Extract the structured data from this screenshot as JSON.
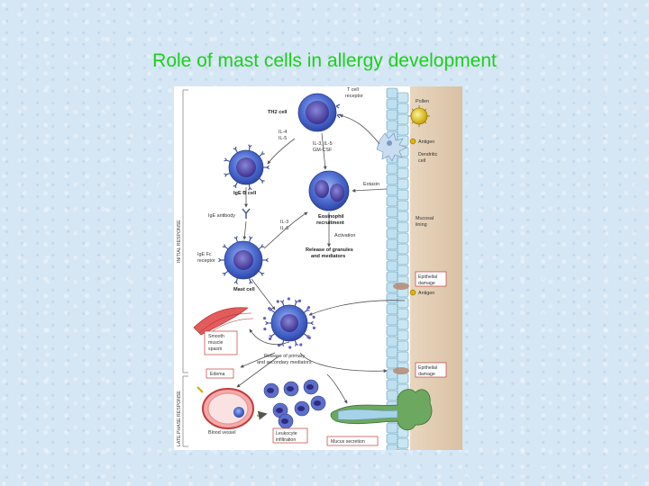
{
  "slide": {
    "title": "Role of mast cells in allergy development"
  },
  "diagram": {
    "sections": {
      "initial": "INITIAL RESPONSE",
      "late": "LATE PHASE RESPONSE"
    },
    "labels": {
      "t_cell_receptor": [
        "T cell",
        "receptor"
      ],
      "th2_cell": "TH2 cell",
      "il4_il5": [
        "IL-4",
        "IL-5"
      ],
      "il3_il5_gmcsf": [
        "IL-3, IL-5",
        "GM-CSF"
      ],
      "pollen": "Pollen",
      "antigen_top": "Antigen",
      "dendritic_cell": [
        "Dendritic",
        "cell"
      ],
      "ige_b_cell": "IgE B cell",
      "eotaxin": "Eotaxin",
      "eosinophil_recruitment": [
        "Eosinophil",
        "recruitment"
      ],
      "ige_antibody": "IgE antibody",
      "il3_il5": [
        "IL-3",
        "IL-5"
      ],
      "mucosal_lining": [
        "Mucosal",
        "lining"
      ],
      "activation": "Activation",
      "release_granules": [
        "Release of granules",
        "and mediators"
      ],
      "ige_fc_receptor": [
        "IgE Fc",
        "receptor"
      ],
      "epithelial_damage_1": [
        "Epithelial",
        "damage"
      ],
      "antigen_mid": "Antigen",
      "mast_cell": "Mast cell",
      "smooth_muscle_spasm": [
        "Smooth",
        "muscle",
        "spasm"
      ],
      "release_primary_secondary": [
        "Release of primary",
        "and secondary mediators"
      ],
      "epithelial_damage_2": [
        "Epithelial",
        "damage"
      ],
      "edema": "Edema",
      "blood_vessel": "Blood vessel",
      "leukocyte_infiltration": [
        "Leukocyte",
        "infiltration"
      ],
      "mucus_secretion": "Mucus secretion"
    }
  }
}
